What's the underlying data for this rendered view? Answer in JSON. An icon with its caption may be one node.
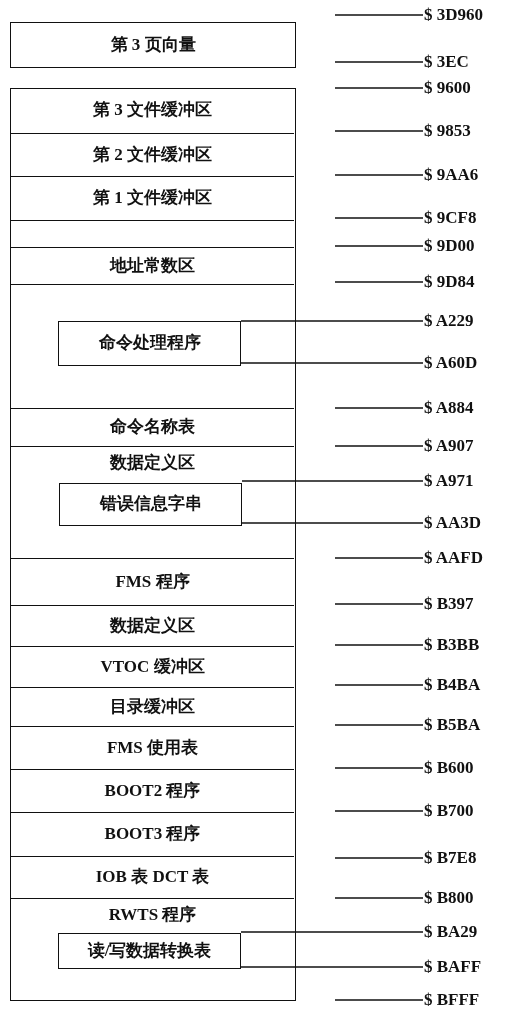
{
  "diagram": {
    "nodes": [
      {
        "text": [
          "第 3 页向量"
        ]
      },
      {
        "text": [],
        "shape": "box"
      },
      {
        "text": [
          "第 3 文件缓冲区"
        ],
        "in": 1
      },
      {
        "text": [
          "第 2 文件缓冲区"
        ],
        "in": 1
      },
      {
        "text": [
          "第 1 文件缓冲区"
        ],
        "in": 1
      },
      {
        "text": [],
        "shape": "box",
        "in": 1
      },
      {
        "text": [
          "地址常数区"
        ],
        "in": 1
      },
      {
        "text": [],
        "shape": "box",
        "in": 1
      },
      {
        "text": [
          "命令处理程序"
        ],
        "in": 7
      },
      {
        "text": [
          "命令名称表"
        ],
        "in": 1
      },
      {
        "text": [
          "数据定义区"
        ],
        "in": 1
      },
      {
        "text": [
          "错误信息字串"
        ],
        "in": 10
      },
      {
        "text": [
          "FMS 程序"
        ],
        "in": 1
      },
      {
        "text": [
          "数据定义区"
        ],
        "in": 1
      },
      {
        "text": [
          "VTOC 缓冲区"
        ],
        "in": 1
      },
      {
        "text": [
          "目录缓冲区"
        ],
        "in": 1
      },
      {
        "text": [
          "FMS 使用表"
        ],
        "in": 1
      },
      {
        "text": [
          "BOOT2 程序"
        ],
        "in": 1
      },
      {
        "text": [
          "BOOT3 程序"
        ],
        "in": 1
      },
      {
        "text": [
          "IOB 表 DCT 表"
        ],
        "in": 1
      },
      {
        "text": [
          "RWTS 程序"
        ],
        "in": 1
      },
      {
        "text": [
          "读/写数据转换表"
        ],
        "in": 20
      },
      {
        "text": [
          "$ 3D960"
        ]
      },
      {
        "text": [
          "$ 3EC"
        ]
      },
      {
        "text": [
          "$ 9600"
        ]
      },
      {
        "text": [
          "$ 9853"
        ]
      },
      {
        "text": [
          "$ 9AA6"
        ]
      },
      {
        "text": [
          "$ 9CF8"
        ]
      },
      {
        "text": [
          "$ 9D00"
        ]
      },
      {
        "text": [
          "$ 9D84"
        ]
      },
      {
        "text": [
          "$ A229"
        ]
      },
      {
        "text": [
          "$ A60D"
        ]
      },
      {
        "text": [
          "$ A884"
        ]
      },
      {
        "text": [
          "$ A907"
        ]
      },
      {
        "text": [
          "$ A971"
        ]
      },
      {
        "text": [
          "$ AA3D"
        ]
      },
      {
        "text": [
          "$ AAFD"
        ]
      },
      {
        "text": [
          "$ B397"
        ]
      },
      {
        "text": [
          "$ B3BB"
        ]
      },
      {
        "text": [
          "$ B4BA"
        ]
      },
      {
        "text": [
          "$ B5BA"
        ]
      },
      {
        "text": [
          "$ B600"
        ]
      },
      {
        "text": [
          "$ B700"
        ]
      },
      {
        "text": [
          "$ B7E8"
        ]
      },
      {
        "text": [
          "$ B800"
        ]
      },
      {
        "text": [
          "$ BA29"
        ]
      },
      {
        "text": [
          "$ BAFF"
        ]
      },
      {
        "text": [
          "$ BFFF"
        ]
      }
    ],
    "edges": [
      {
        "from": 22,
        "to": null,
        "arrow": "none"
      },
      {
        "from": 23,
        "to": null,
        "arrow": "none"
      },
      {
        "from": 24,
        "to": null,
        "arrow": "none"
      },
      {
        "from": 25,
        "to": null,
        "arrow": "none"
      },
      {
        "from": 26,
        "to": null,
        "arrow": "none"
      },
      {
        "from": 27,
        "to": null,
        "arrow": "none"
      },
      {
        "from": 28,
        "to": null,
        "arrow": "none"
      },
      {
        "from": 29,
        "to": null,
        "arrow": "none"
      },
      {
        "from": 30,
        "to": 8,
        "arrow": "none"
      },
      {
        "from": 31,
        "to": 8,
        "arrow": "none"
      },
      {
        "from": 32,
        "to": null,
        "arrow": "none"
      },
      {
        "from": 33,
        "to": null,
        "arrow": "none"
      },
      {
        "from": 34,
        "to": 11,
        "arrow": "none"
      },
      {
        "from": 35,
        "to": 11,
        "arrow": "none"
      },
      {
        "from": 36,
        "to": null,
        "arrow": "none"
      },
      {
        "from": 37,
        "to": null,
        "arrow": "none"
      },
      {
        "from": 38,
        "to": null,
        "arrow": "none"
      },
      {
        "from": 39,
        "to": null,
        "arrow": "none"
      },
      {
        "from": 40,
        "to": null,
        "arrow": "none"
      },
      {
        "from": 41,
        "to": null,
        "arrow": "none"
      },
      {
        "from": 42,
        "to": null,
        "arrow": "none"
      },
      {
        "from": 43,
        "to": null,
        "arrow": "none"
      },
      {
        "from": 44,
        "to": null,
        "arrow": "none"
      },
      {
        "from": 45,
        "to": 21,
        "arrow": "none"
      },
      {
        "from": 46,
        "to": 21,
        "arrow": "none"
      },
      {
        "from": 47,
        "to": null,
        "arrow": "none"
      }
    ]
  }
}
